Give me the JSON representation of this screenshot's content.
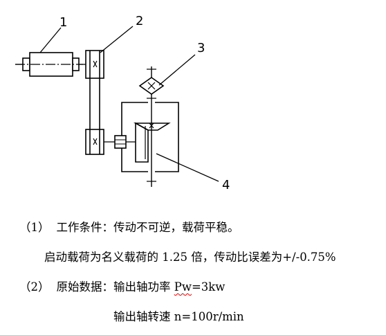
{
  "diagram": {
    "labels": {
      "motor": "1",
      "belt_drive": "2",
      "coupling": "3",
      "gearbox": "4"
    }
  },
  "text": {
    "cond_num": "（1）",
    "cond_body": "工作条件：传动不可逆，载荷平稳。",
    "cond_detail": "启动载荷为名义载荷的 1.25 倍，传动比误差为+/-0.75%",
    "data_num": "（2）",
    "data_lead": "原始数据：输出轴功率 ",
    "data_pw": "Pw",
    "data_pw_tail": "=3kw",
    "data_speed": "输出轴转速 n=100r/min"
  }
}
